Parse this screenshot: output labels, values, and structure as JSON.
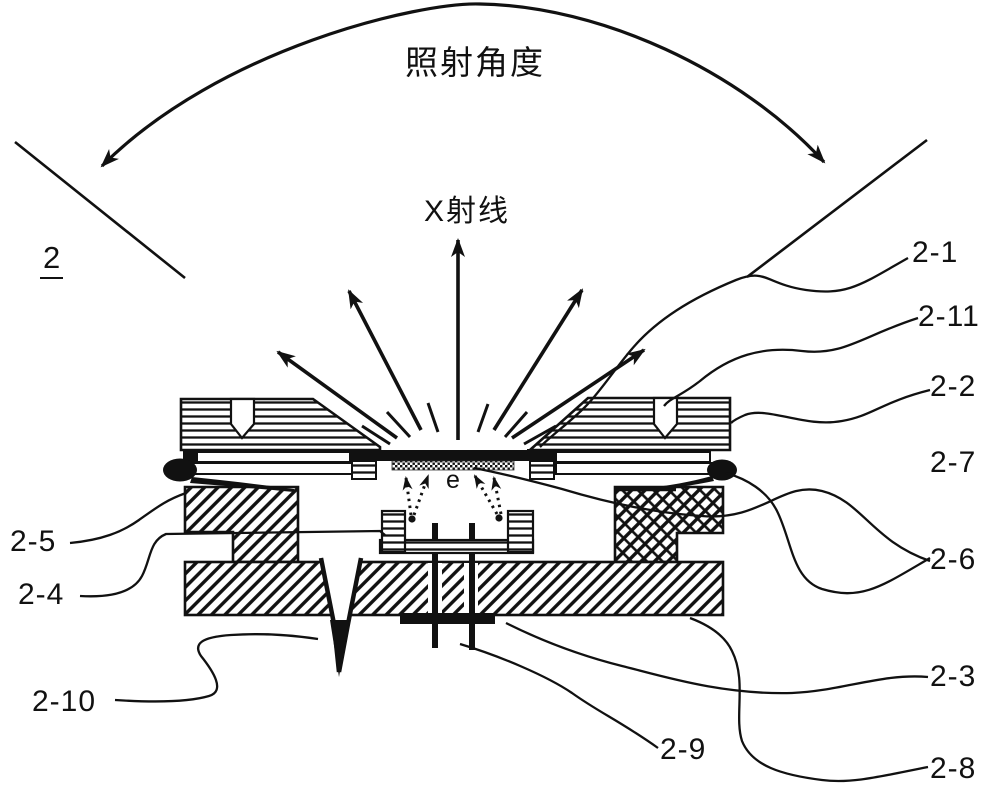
{
  "figure": {
    "number_label": "2",
    "irradiation_angle_label": "照射角度",
    "xray_label": "X射线",
    "electron_label": "e",
    "ref_labels": {
      "r2_1": "2-1",
      "r2_11": "2-11",
      "r2_2": "2-2",
      "r2_7": "2-7",
      "r2_6": "2-6",
      "r2_3": "2-3",
      "r2_8": "2-8",
      "r2_9": "2-9",
      "r2_10": "2-10",
      "r2_4": "2-4",
      "r2_5": "2-5"
    },
    "colors": {
      "ink": "#111111",
      "paper": "#ffffff"
    }
  }
}
